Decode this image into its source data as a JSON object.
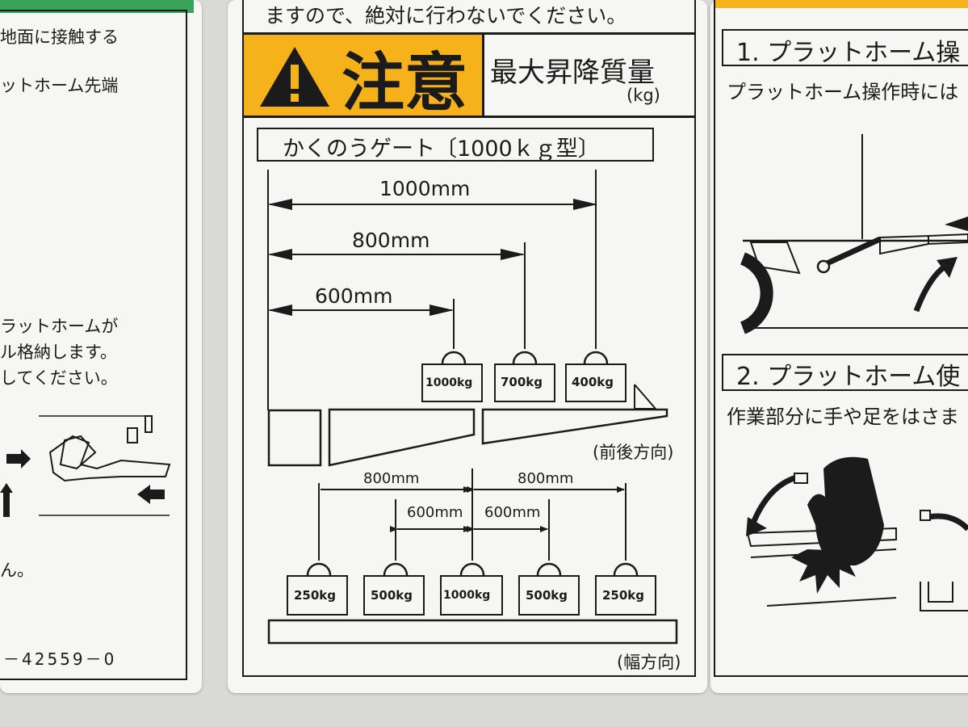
{
  "left_panel": {
    "lines": [
      "地面に接触する",
      "ットホーム先端",
      "ラットホームが",
      "ル格納します。",
      "してください。",
      "ん。"
    ],
    "part_number": "－42559－0"
  },
  "center_panel": {
    "top_text": "ますので、絶対に行わないでください。",
    "caution_label": "注意",
    "max_mass_label": "最大昇降質量",
    "max_mass_unit": "(kg)",
    "gate_title": "かくのうゲート〔1000ｋｇ型〕",
    "front_back": {
      "dims": [
        "1000mm",
        "800mm",
        "600mm"
      ],
      "weights": [
        "1000kg",
        "700kg",
        "400kg"
      ],
      "direction": "(前後方向)"
    },
    "width": {
      "dims_outer": [
        "800mm",
        "800mm"
      ],
      "dims_inner": [
        "600mm",
        "600mm"
      ],
      "weights": [
        "250kg",
        "500kg",
        "1000kg",
        "500kg",
        "250kg"
      ],
      "direction": "(幅方向)"
    }
  },
  "right_panel": {
    "section1_title": "1. プラットホーム操",
    "section1_text": "プラットホーム操作時には",
    "section2_title": "2. プラットホーム使",
    "section2_text": "作業部分に手や足をはさま"
  },
  "colors": {
    "caution_yellow": "#f5b21a",
    "green_band": "#3aa35a",
    "ink": "#1b1b1b"
  }
}
